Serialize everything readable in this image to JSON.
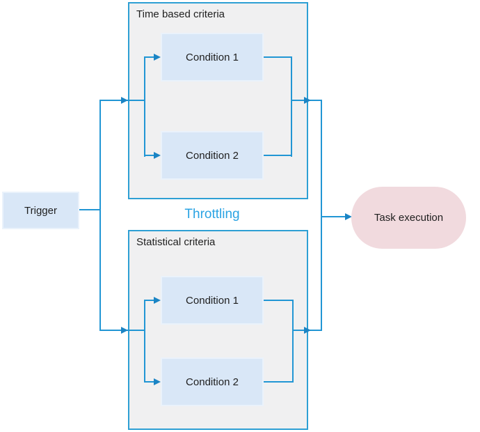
{
  "diagram": {
    "trigger": {
      "label": "Trigger"
    },
    "throttling_label": "Throttling",
    "groups": [
      {
        "title": "Time based criteria",
        "conditions": [
          "Condition 1",
          "Condition 2"
        ]
      },
      {
        "title": "Statistical criteria",
        "conditions": [
          "Condition 1",
          "Condition 2"
        ]
      }
    ],
    "task": {
      "label": "Task execution"
    },
    "colors": {
      "connector": "#2196d4",
      "arrowhead": "#1b84c4",
      "group_fill": "#f0f0f1",
      "group_border": "#2d9fd4",
      "node_fill": "#d9e7f7",
      "node_border": "#eaf2fb",
      "task_fill": "#f1dade",
      "text": "#1e1e1e",
      "throttling_text": "#2aa3e3"
    }
  }
}
